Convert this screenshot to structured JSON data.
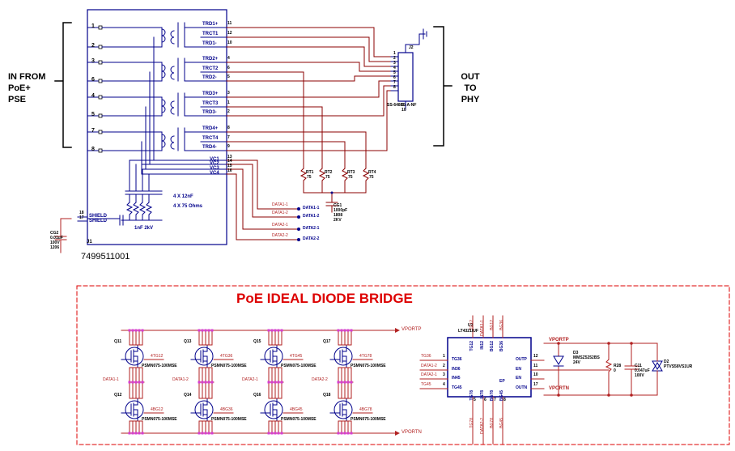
{
  "left_block": {
    "in_from": [
      "IN FROM",
      "PoE+",
      "PSE"
    ],
    "out_to": [
      "OUT",
      "TO",
      "PHY"
    ],
    "pins_left": [
      "1",
      "2",
      "3",
      "6",
      "4",
      "5",
      "7",
      "8"
    ],
    "trd_labels": [
      "TRD1+",
      "TRCT1",
      "TRD1-",
      "TRD2+",
      "TRCT2",
      "TRD2-",
      "TRD3+",
      "TRCT3",
      "TRD3-",
      "TRD4+",
      "TRCT4",
      "TRD4-"
    ],
    "trd_pins": [
      "11",
      "12",
      "10",
      "4",
      "6",
      "5",
      "3",
      "1",
      "2",
      "8",
      "7",
      "9"
    ],
    "vc_labels": [
      "VC1",
      "VC2",
      "VC3",
      "VC4"
    ],
    "vc_pins": [
      "13",
      "14",
      "15",
      "16"
    ],
    "shield_labels": [
      "SHIELD",
      "SHIELD"
    ],
    "shield_pins": [
      "18",
      "17"
    ],
    "cap_note": [
      "4 X 12nF",
      "4 X 75 Ohms"
    ],
    "cap_1nf": "1nF 2kV",
    "j1_ref": "J1",
    "part_no": "7499511001",
    "cg2": [
      "CG2",
      "0.01uF",
      "100V",
      "1206"
    ],
    "j2_ref": "J2",
    "j2_part": "SS-6488S-A-NF",
    "j2_pins": [
      "1",
      "2",
      "3",
      "4",
      "5",
      "6",
      "7",
      "8"
    ],
    "j2_gnd_pins": [
      "9",
      "10"
    ],
    "resistors": [
      {
        "ref": "RT1",
        "val": "75"
      },
      {
        "ref": "RT2",
        "val": "75"
      },
      {
        "ref": "RT3",
        "val": "75"
      },
      {
        "ref": "RT4",
        "val": "75"
      }
    ],
    "cg1": [
      "CG1",
      "1000pF",
      "1808",
      "2KV"
    ],
    "data_nets": [
      "DATA1-1",
      "DATA1-2",
      "DATA2-1",
      "DATA2-2"
    ]
  },
  "bridge": {
    "title": "PoE IDEAL DIODE BRIDGE",
    "fets": [
      {
        "ref": "Q11",
        "gate": "4TG12",
        "part": "PSMN075-100MSE"
      },
      {
        "ref": "Q13",
        "gate": "4TG36",
        "part": "PSMN075-100MSE"
      },
      {
        "ref": "Q15",
        "gate": "4TG45",
        "part": "PSMN075-100MSE"
      },
      {
        "ref": "Q17",
        "gate": "4TG78",
        "part": "PSMN075-100MSE"
      },
      {
        "ref": "Q12",
        "gate": "4BG12",
        "part": "PSMN075-100MSE"
      },
      {
        "ref": "Q14",
        "gate": "4BG36",
        "part": "PSMN075-100MSE"
      },
      {
        "ref": "Q16",
        "gate": "4BG45",
        "part": "PSMN075-100MSE"
      },
      {
        "ref": "Q18",
        "gate": "4BG78",
        "part": "PSMN075-100MSE"
      }
    ],
    "mid_nets": [
      "DATA1-1",
      "DATA1-2",
      "DATA2-1",
      "DATA2-2"
    ],
    "vportp": "VPORTP",
    "vportn": "VPORTN",
    "u3_ref": "U3",
    "u3_part": "LT4321IUF",
    "u3_top_nets": [
      "TG12",
      "DATA1-1",
      "BG12",
      "BG36"
    ],
    "u3_top_inner": [
      "TG12",
      "IN12",
      "BG12",
      "BG36"
    ],
    "u3_left_nets": [
      "TG36",
      "DATA1-2",
      "DATA2-1",
      "TG45"
    ],
    "u3_left_pins": [
      "1",
      "2",
      "3",
      "4"
    ],
    "u3_left_inner": [
      "TG36",
      "IN36",
      "IN45",
      "TG45"
    ],
    "u3_right_pins": [
      "12",
      "11",
      "10",
      "17"
    ],
    "u3_right_inner": [
      "OUTP",
      "EN",
      "EN",
      "OUTN"
    ],
    "u3_bottom_pins": [
      "5",
      "6",
      "7",
      "8"
    ],
    "u3_bottom_inner": [
      "TG78",
      "IN78",
      "BG78",
      "BG45"
    ],
    "u3_bottom_nets": [
      "TG78",
      "DATA2-2",
      "BG78",
      "BG45"
    ],
    "u3_ep": "EP",
    "d3": [
      "D3",
      "MMSZ5252BS",
      "24V"
    ],
    "r28": [
      "R28",
      "0"
    ],
    "c11": [
      "C11",
      "0.047uF",
      "100V"
    ],
    "d2": [
      "D2",
      "PTVS58VS1UR"
    ]
  }
}
